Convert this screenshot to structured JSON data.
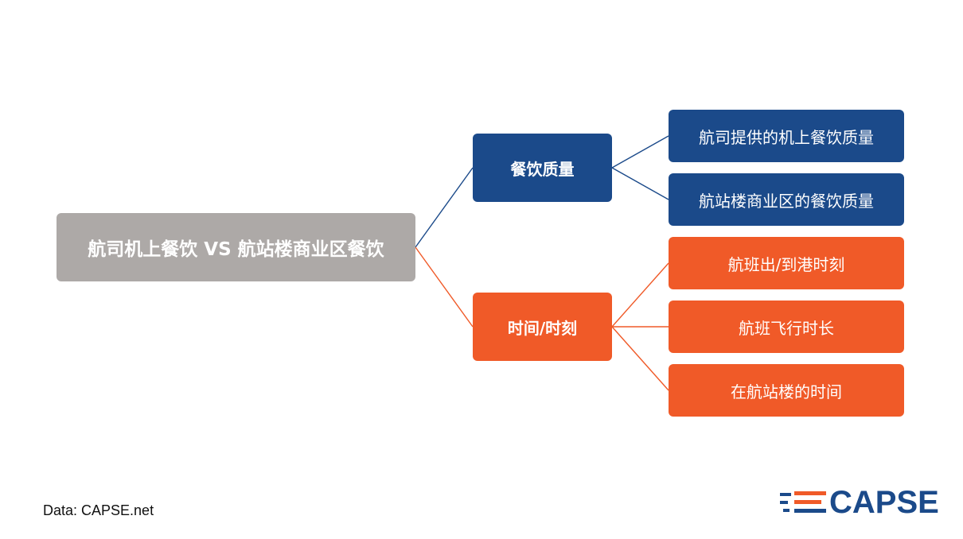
{
  "colors": {
    "root": "#ada9a7",
    "blue": "#1b4a8a",
    "orange": "#f05a28",
    "blue_line": "#1b4a8a",
    "orange_line": "#f05a28"
  },
  "diagram": {
    "root": {
      "label": "航司机上餐饮 VS 航站楼商业区餐饮"
    },
    "branches": [
      {
        "label": "餐饮质量",
        "color": "blue",
        "children": [
          {
            "label": "航司提供的机上餐饮质量"
          },
          {
            "label": "航站楼商业区的餐饮质量"
          }
        ]
      },
      {
        "label": "时间/时刻",
        "color": "orange",
        "children": [
          {
            "label": "航班出/到港时刻"
          },
          {
            "label": "航班飞行时长"
          },
          {
            "label": "在航站楼的时间"
          }
        ]
      }
    ]
  },
  "footer": {
    "source": "Data: CAPSE.net",
    "logo_text": "CAPSE",
    "logo_icon": "capse-bars-icon"
  }
}
